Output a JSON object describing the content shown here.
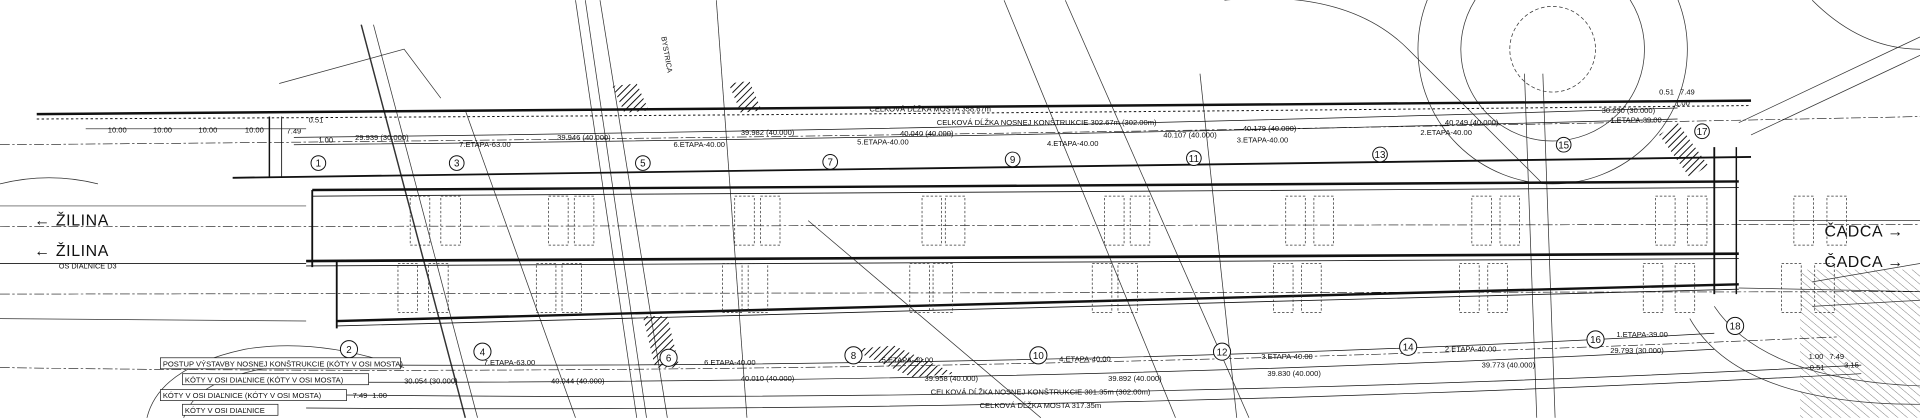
{
  "roads": {
    "zilina_1": "← ŽILINA",
    "zilina_2": "← ŽILINA",
    "cadca_1": "ČADCA →",
    "cadca_2": "ČADCA →",
    "highway": "OS DIAĽNICE D3",
    "bystrica": "BYSTRICA"
  },
  "top": {
    "bridge_length": "CELKOVÁ DĹŽKA MOSTA 358.67m",
    "structure_length": "CELKOVÁ DĹŽKA NOSNEJ KONŠTRUKCIE 302.67m (302.00m)",
    "dims_10": [
      "10.00",
      "10.00",
      "10.00",
      "10.00"
    ],
    "d_749": "7.49",
    "d_051": "0.51",
    "d_100": "1.00",
    "spans": [
      "29.939 (30.000)",
      "39.946 (40.000)",
      "39.982 (40.000)",
      "40.040 (40.000)",
      "40.107 (40.000)",
      "40.179 (40.000)",
      "40.249 (40.000)",
      "30.230 (30.000)"
    ],
    "stages": [
      "7.ETAPA-63.00",
      "6.ETAPA-40.00",
      "5.ETAPA-40.00",
      "4.ETAPA-40.00",
      "3.ETAPA-40.00",
      "2.ETAPA-40.00",
      "1.ETAPA-39.00"
    ],
    "end_749": "7.49",
    "end_051": "0.51",
    "end_100": "1.00"
  },
  "bottom": {
    "structure_length": "CELKOVÁ DĹŽKA NOSNEJ KONŠTRUKCIE 301.35m (302.00m)",
    "bridge_length": "CELKOVÁ DĹŽKA MOSTA 317.35m",
    "spans": [
      "30.054 (30.000)",
      "40.044 (40.000)",
      "40.010 (40.000)",
      "39.958 (40.000)",
      "39.892 (40.000)",
      "39.830 (40.000)",
      "39.773 (40.000)",
      "29.793 (30.000)"
    ],
    "stages": [
      "7.ETAPA-63.00",
      "6.ETAPA-40.00",
      "5.ETAPA-40.00",
      "4.ETAPA-40.00",
      "3.ETAPA-40.00",
      "2.ETAPA-40.00",
      "1.ETAPA-39.00"
    ],
    "d_749": "7.49",
    "d_100": "1.00",
    "end_100": "1.00",
    "end_749": "7.49",
    "end_051": "0.51",
    "end_315": "3.15"
  },
  "legend": {
    "construction": "POSTUP VÝSTAVBY NOSNEJ KONŠTRUKCIE (KÓTY V OSI MOSTA)",
    "axis_1": "KÓTY V OSI DIAĽNICE (KÓTY V OSI MOSTA)",
    "axis_2": "KÓTY V OSI DIAĽNICE (KÓTY V OSI MOSTA)",
    "axis_3": "KÓTY V OSI DIAĽNICE"
  },
  "piers_top": [
    "1",
    "3",
    "5",
    "7",
    "9",
    "11",
    "13",
    "15",
    "17"
  ],
  "piers_bottom": [
    "2",
    "4",
    "6",
    "8",
    "10",
    "12",
    "14",
    "16",
    "18"
  ],
  "colors": {
    "ink": "#111111",
    "paper": "#ffffff"
  }
}
